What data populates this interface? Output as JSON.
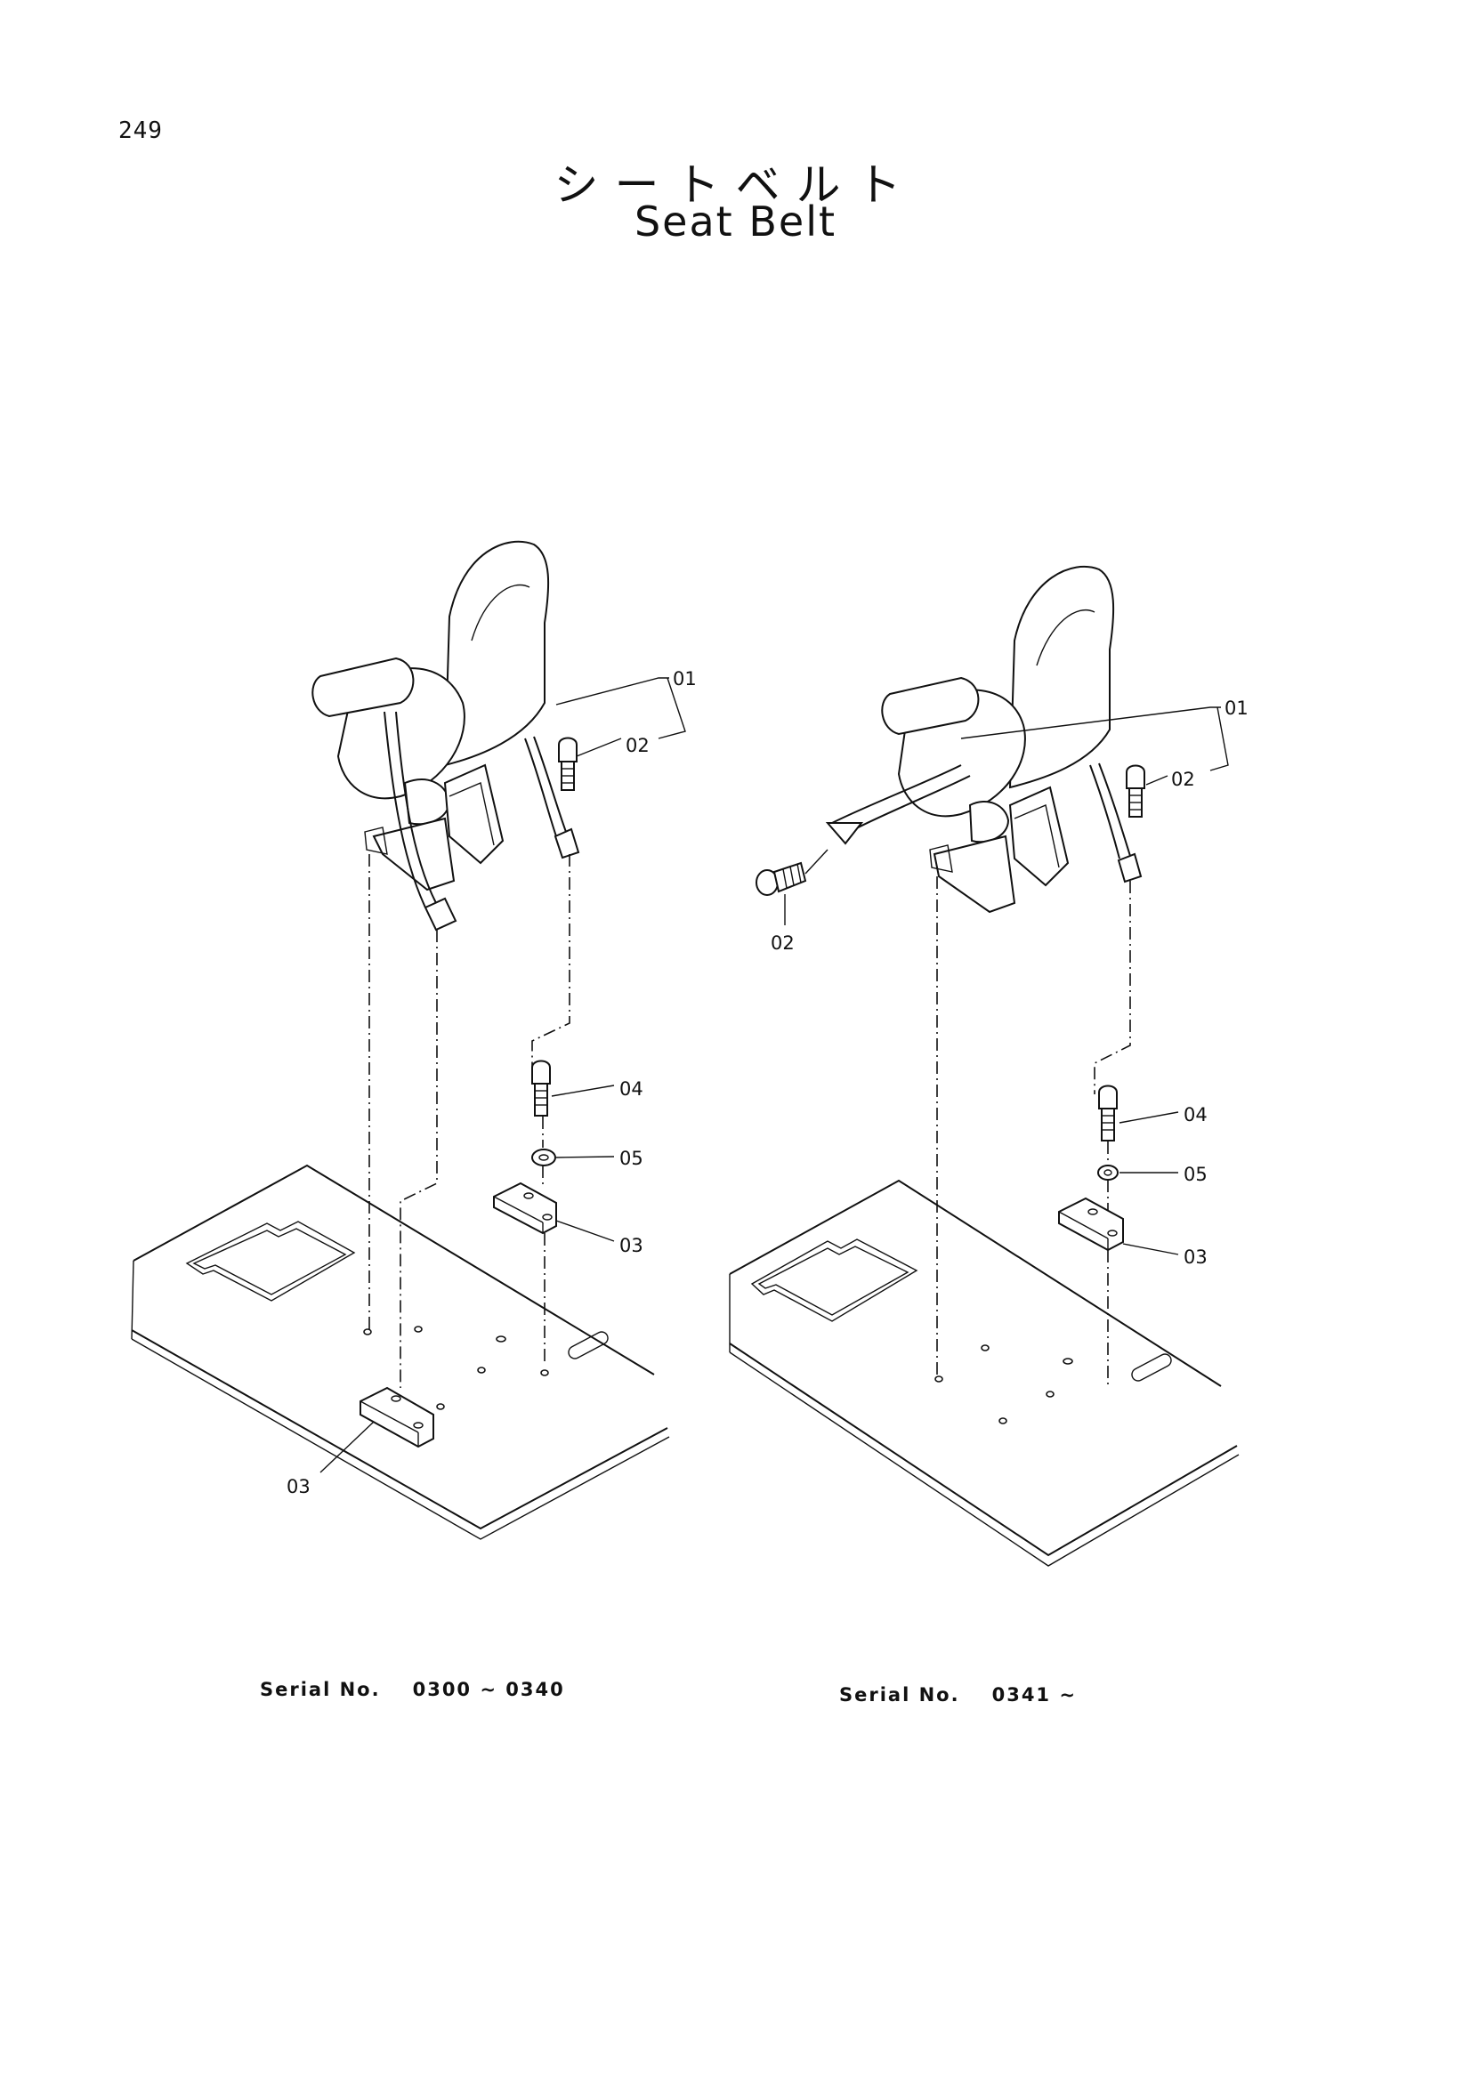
{
  "page": {
    "number": "249"
  },
  "title": {
    "japanese": "シートベルト",
    "english": "Seat Belt"
  },
  "views": [
    {
      "callouts": [
        "01",
        "02",
        "04",
        "05",
        "03",
        "03"
      ],
      "serial_label": "Serial No.",
      "serial_range": "0300 ∼ 0340"
    },
    {
      "callouts": [
        "01",
        "02",
        "02",
        "04",
        "05",
        "03"
      ],
      "serial_label": "Serial No.",
      "serial_range": "0341 ∼"
    }
  ]
}
